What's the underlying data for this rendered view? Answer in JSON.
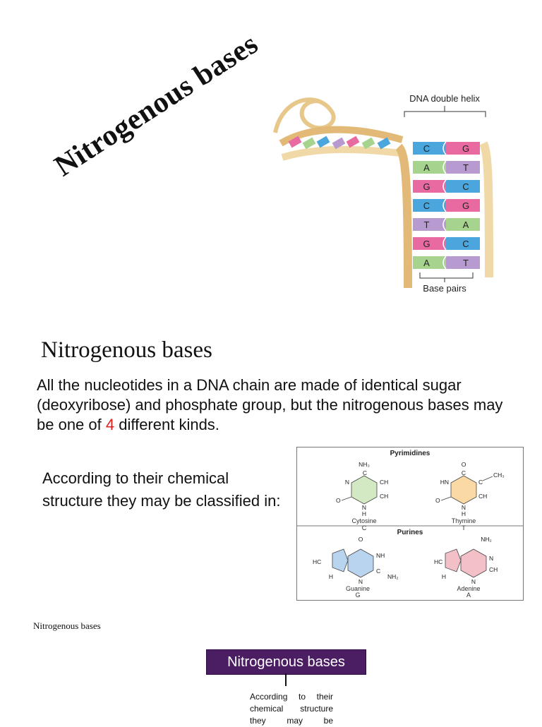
{
  "slide1": {
    "title": "Nitrogenous bases",
    "figure": {
      "label_top": "DNA double helix",
      "label_bottom": "Base pairs",
      "pairs": [
        {
          "left": "C",
          "right": "G"
        },
        {
          "left": "A",
          "right": "T"
        },
        {
          "left": "G",
          "right": "C"
        },
        {
          "left": "C",
          "right": "G"
        },
        {
          "left": "T",
          "right": "A"
        },
        {
          "left": "G",
          "right": "C"
        },
        {
          "left": "A",
          "right": "T"
        }
      ],
      "colors": {
        "C": "#4aa6dc",
        "G": "#e86aa0",
        "A": "#a6d48e",
        "T": "#b79ad0",
        "backbone": "#f3d9a0"
      }
    }
  },
  "slide2": {
    "heading": "Nitrogenous bases",
    "body_before": "All the nucleotides in a DNA chain are made of identical sugar (deoxyribose) and phosphate group, but the nitrogenous bases may be one of ",
    "body_highlight": "4",
    "body_after": " different kinds.",
    "classify_text": "According to their chemical structure they may be classified in:",
    "figure": {
      "section_pyrimidines": "Pyrimidines",
      "section_purines": "Purines",
      "cytosine": {
        "name": "Cytosine",
        "letter": "C"
      },
      "thymine": {
        "name": "Thymine",
        "letter": "T"
      },
      "guanine": {
        "name": "Guanine",
        "letter": "G"
      },
      "adenine": {
        "name": "Adenine",
        "letter": "A"
      },
      "atoms": {
        "nh3": "NH₃",
        "nh2": "NH₂",
        "ch3": "CH₃",
        "o": "O",
        "n": "N",
        "c": "C",
        "ch": "CH",
        "hn": "HN",
        "nh": "NH",
        "hc": "HC",
        "h": "H"
      }
    }
  },
  "slide3": {
    "heading": "Nitrogenous bases",
    "box_label": "Nitrogenous bases",
    "sub_text": "According to their chemical structure they may be"
  }
}
